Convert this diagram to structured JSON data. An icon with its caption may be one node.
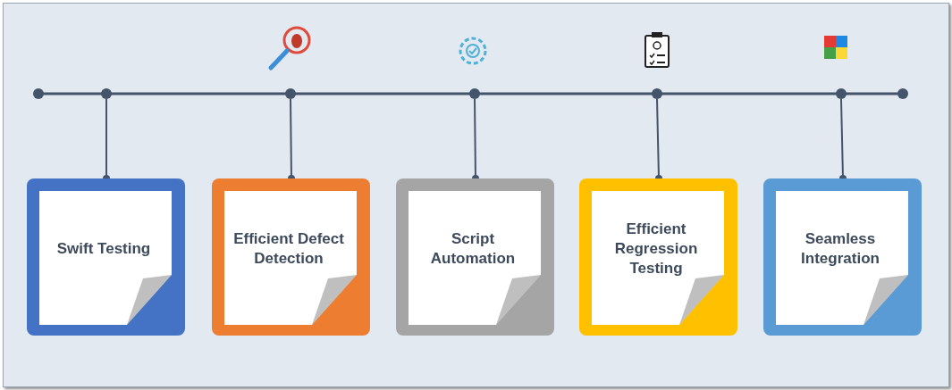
{
  "diagram": {
    "nodes": [
      {
        "text": [
          "Swift Testing"
        ]
      },
      {
        "text": [
          "Efficient Defect Detection"
        ]
      },
      {
        "text": [
          "Script Automation"
        ]
      },
      {
        "text": [
          "Efficient Regression Testing"
        ]
      },
      {
        "text": [
          "Seamless Integration"
        ]
      },
      {
        "text": [],
        "shape": "circle"
      },
      {
        "text": [],
        "shape": "circle"
      },
      {
        "text": [],
        "shape": "circle"
      },
      {
        "text": [],
        "shape": "circle"
      },
      {
        "text": [],
        "shape": "circle"
      }
    ],
    "edges": [
      {
        "from": 5,
        "to": 0,
        "arrow": "other"
      },
      {
        "from": 6,
        "to": 1,
        "arrow": "other"
      },
      {
        "from": 7,
        "to": 2,
        "arrow": "other"
      },
      {
        "from": 8,
        "to": 3,
        "arrow": "other"
      },
      {
        "from": 9,
        "to": 4,
        "arrow": "other"
      }
    ]
  }
}
